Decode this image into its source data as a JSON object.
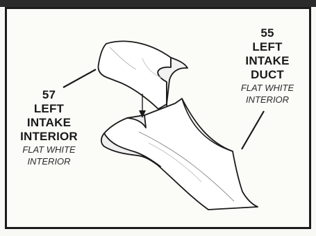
{
  "parts": [
    {
      "number": "57",
      "name_lines": [
        "LEFT",
        "INTAKE",
        "INTERIOR"
      ],
      "finish_lines": [
        "FLAT WHITE",
        "INTERIOR"
      ]
    },
    {
      "number": "55",
      "name_lines": [
        "LEFT",
        "INTAKE",
        "DUCT"
      ],
      "finish_lines": [
        "FLAT WHITE",
        "INTERIOR"
      ]
    }
  ]
}
